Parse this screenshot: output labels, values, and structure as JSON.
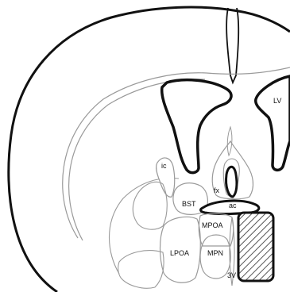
{
  "diagram": {
    "colors": {
      "outline": "#111111",
      "region": "#9a9a9a",
      "hatch": "#555555",
      "background": "#ffffff"
    },
    "labels": {
      "lv": "LV",
      "ic": "ic",
      "fx": "fx",
      "bst": "BST",
      "ac": "ac",
      "mpoa": "MPOA",
      "lpoa": "LPOA",
      "mpn": "MPN",
      "v3": "3V"
    }
  }
}
